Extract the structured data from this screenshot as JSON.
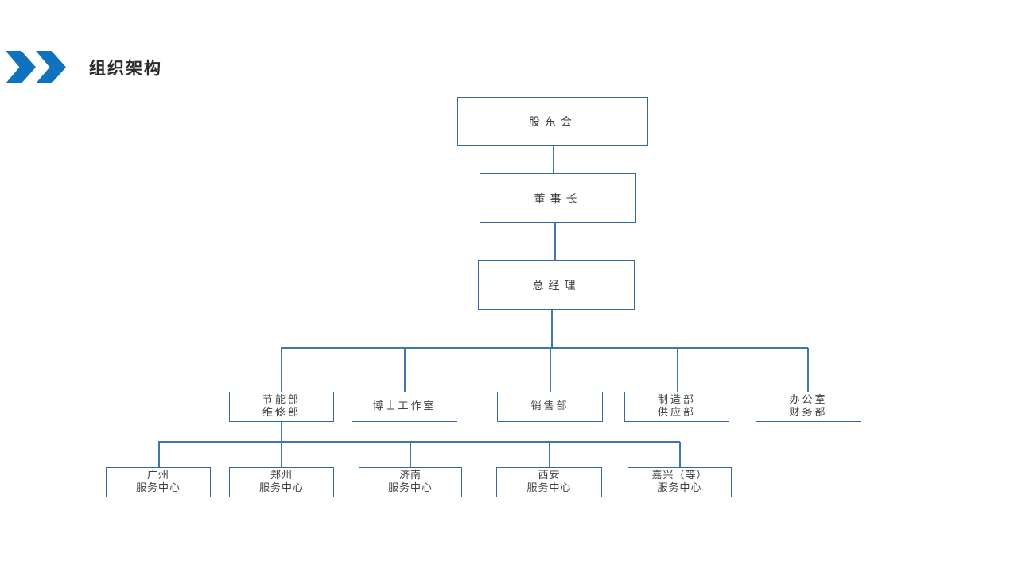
{
  "header": {
    "title": "组织架构",
    "chevron_icon_color": "#0E72BE"
  },
  "org_chart": {
    "type": "org-tree",
    "box_border_color": "#34699F",
    "connector_color": "#4176AD",
    "text_color": "#3f3f3f",
    "levels": {
      "root": {
        "label": "股东会"
      },
      "chairman": {
        "label": "董事长"
      },
      "general_manager": {
        "label": "总经理"
      }
    },
    "departments": [
      {
        "line1": "节能部",
        "line2": "维修部"
      },
      {
        "line1": "博士工作室"
      },
      {
        "line1": "销售部"
      },
      {
        "line1": "制造部",
        "line2": "供应部"
      },
      {
        "line1": "办公室",
        "line2": "财务部"
      }
    ],
    "service_centers": [
      {
        "line1": "广州",
        "line2": "服务中心"
      },
      {
        "line1": "郑州",
        "line2": "服务中心"
      },
      {
        "line1": "济南",
        "line2": "服务中心"
      },
      {
        "line1": "西安",
        "line2": "服务中心"
      },
      {
        "line1": "嘉兴（等）",
        "line2": "服务中心"
      }
    ]
  }
}
